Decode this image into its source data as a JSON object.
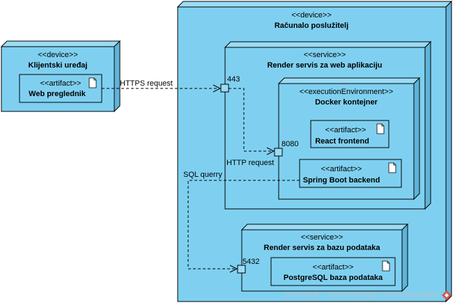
{
  "nodes": {
    "client": {
      "stereotype": "<<device>>",
      "name": "Klijentski uređaj"
    },
    "server": {
      "stereotype": "<<device>>",
      "name": "Računalo poslužitelj"
    },
    "web_service": {
      "stereotype": "<<service>>",
      "name": "Render servis za web aplikaciju"
    },
    "docker": {
      "stereotype": "<<executionEnvironment>>",
      "name": "Docker kontejner"
    },
    "db_service": {
      "stereotype": "<<service>>",
      "name": "Render servis za bazu podataka"
    }
  },
  "artifacts": {
    "browser": {
      "stereotype": "<<artifact>>",
      "name": "Web preglednik"
    },
    "react": {
      "stereotype": "<<artifact>>",
      "name": "React frontend"
    },
    "spring": {
      "stereotype": "<<artifact>>",
      "name": "Spring Boot backend"
    },
    "postgres": {
      "stereotype": "<<artifact>>",
      "name": "PostgreSQL baza podataka"
    }
  },
  "ports": {
    "p443": "443",
    "p8080": "8080",
    "p5432": "5432"
  },
  "connectors": {
    "https": "HTTPS request",
    "http": "HTTP request",
    "sql": "SQL querry"
  },
  "watermark": "Powered By : Visual Paradigm Community Edition",
  "colors": {
    "node_fill": "#7fd0f0",
    "node_side": "#5fb4d9",
    "node_top": "#9adcf5"
  }
}
